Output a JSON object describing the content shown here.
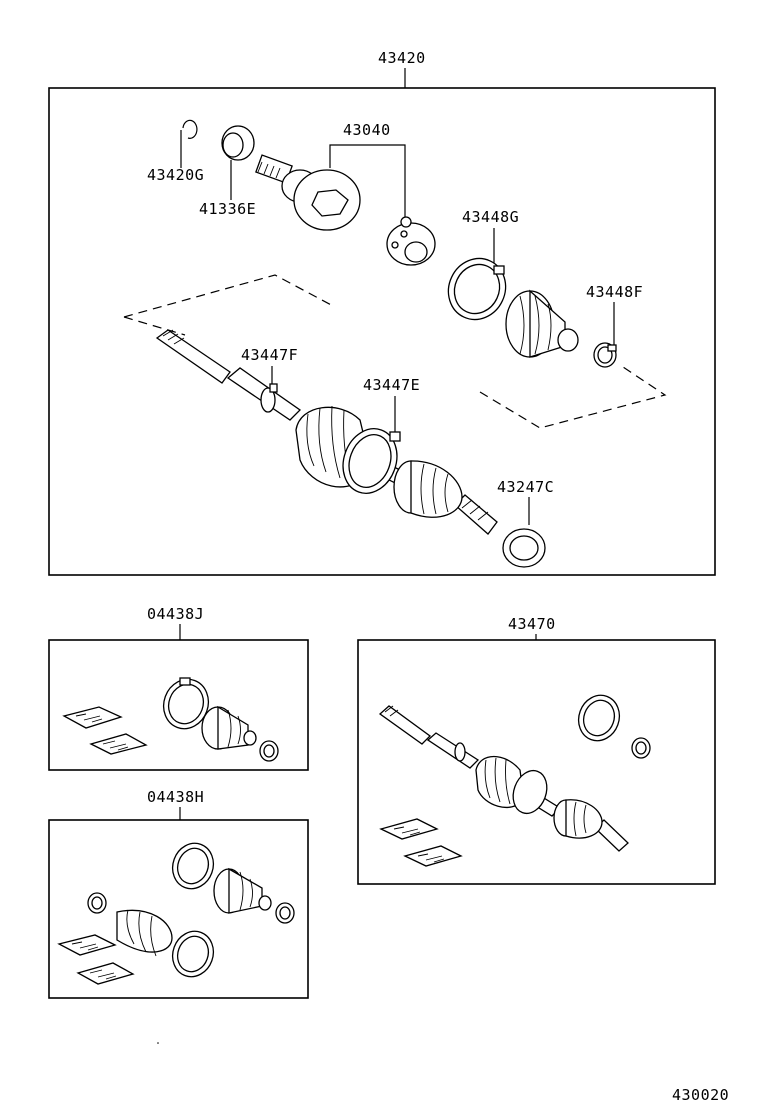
{
  "labels": {
    "assembly_main": "43420",
    "snap_ring": "43420G",
    "dust_seal": "41336E",
    "outboard_joint": "43040",
    "boot_band_large": "43448G",
    "boot_band_small": "43448F",
    "inner_band_small": "43447F",
    "inner_band_large": "43447E",
    "seal_ring": "43247C",
    "boot_kit_j": "04438J",
    "boot_kit_h": "04438H",
    "assembly_alt": "43470",
    "diagram_code": "430020"
  }
}
